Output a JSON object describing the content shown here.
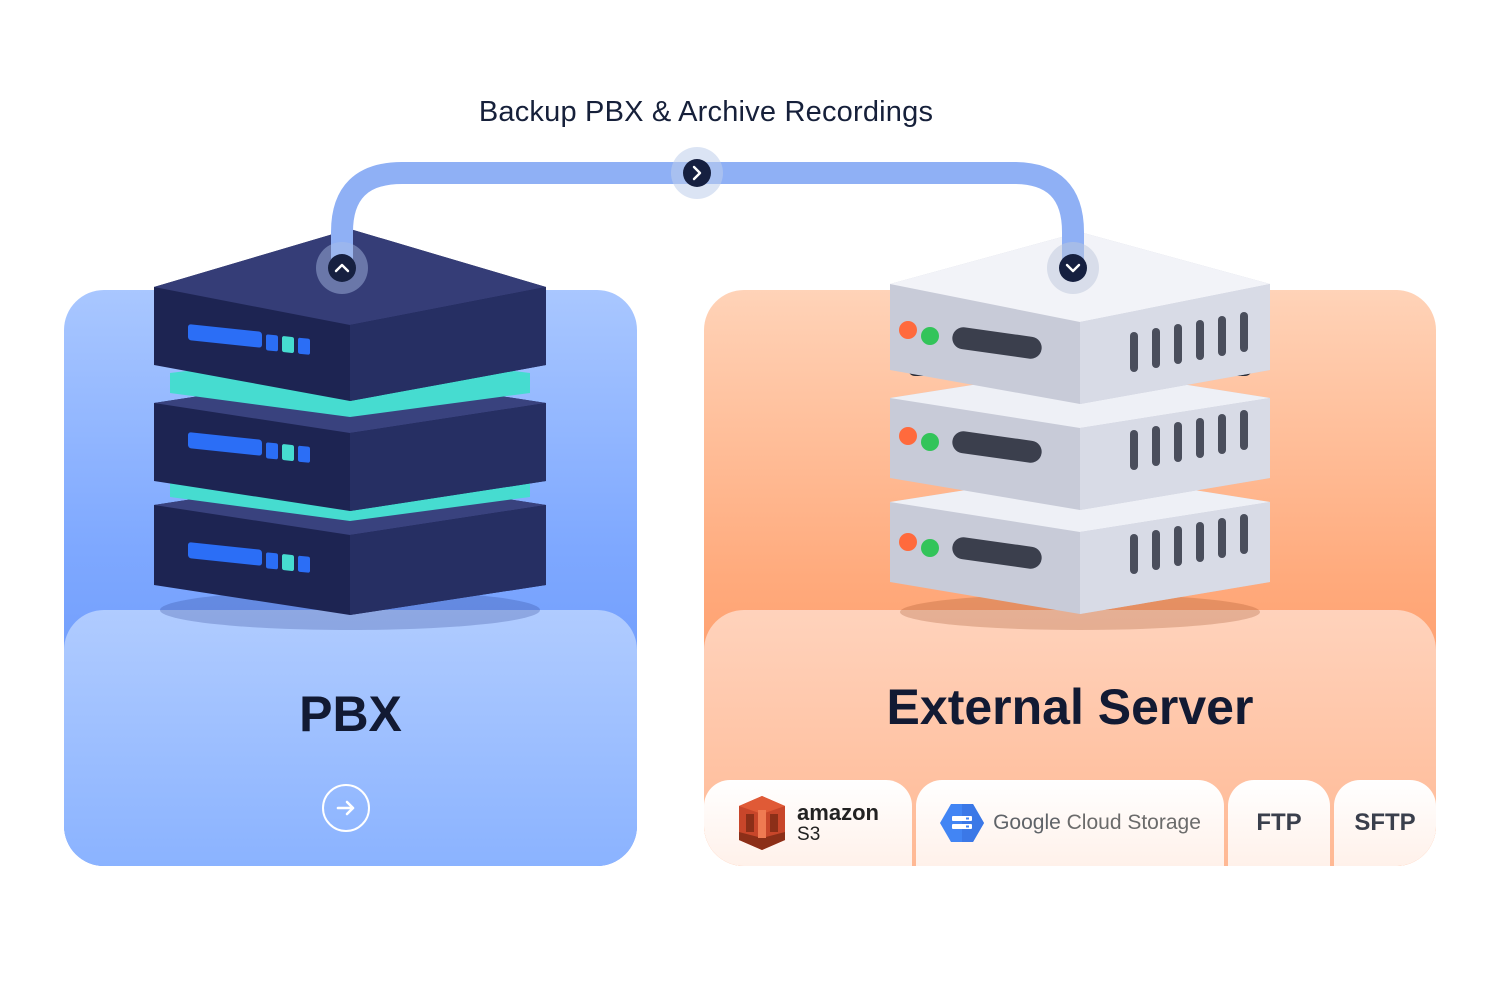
{
  "flow": {
    "title": "Backup PBX & Archive Recordings"
  },
  "pbx": {
    "title": "PBX",
    "action_icon": "arrow-right-circle-icon"
  },
  "external": {
    "title": "External Server",
    "storage_options": [
      {
        "brand": "amazon",
        "sub": "S3",
        "icon": "amazon-s3-icon"
      },
      {
        "brand": "Google",
        "sub": "Cloud Storage",
        "icon": "google-cloud-storage-icon"
      },
      {
        "label": "FTP"
      },
      {
        "label": "SFTP"
      }
    ]
  },
  "colors": {
    "pbx_card": "#7ea8ff",
    "external_card": "#ffaa7c",
    "connector": "#8fb0f5",
    "pbx_server": "#262f63",
    "pbx_accent": "#46dcd0",
    "external_server": "#d8dbe6"
  }
}
